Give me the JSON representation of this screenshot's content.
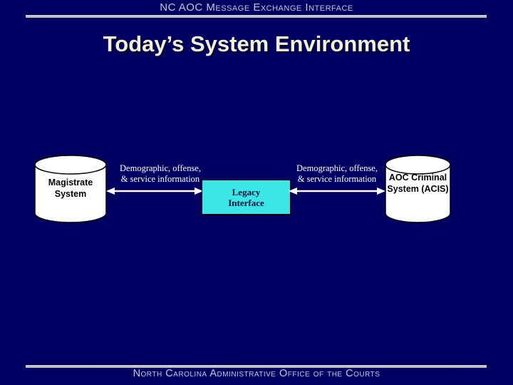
{
  "slide": {
    "header": "NC AOC Message Exchange Interface",
    "title": "Today’s System Environment",
    "footer": "North Carolina Administrative Office of the Courts"
  },
  "diagram": {
    "magistrate_system": {
      "label": "Magistrate\nSystem"
    },
    "left_flow": {
      "label": "Demographic, offense,\n& service information"
    },
    "legacy_interface": {
      "label": "Legacy\nInterface"
    },
    "right_flow": {
      "label": "Demographic, offense,\n& service information"
    },
    "acis_system": {
      "label": "AOC Criminal\nSystem (ACIS)"
    }
  },
  "colors": {
    "background_navy": "#000063",
    "rule_silver": "#c3c3c3",
    "title_cream": "#f2f0da",
    "caps_text_silver": "#c6c6d6",
    "legacy_box_cyan": "#3ae6e6",
    "legacy_text_navy": "#0d0d38",
    "flow_text": "#ffffff",
    "cylinder_fill": "#ffffff",
    "outline_black": "#000000"
  }
}
